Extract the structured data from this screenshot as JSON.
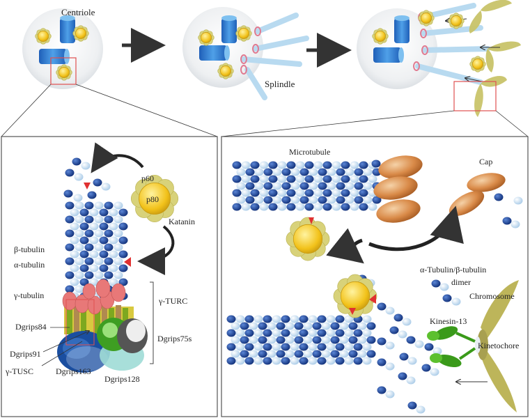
{
  "top": {
    "centriole_label": "Centriole",
    "spindle_label": "Splindle"
  },
  "left_panel": {
    "p60": "p60",
    "p80": "p80",
    "katanin": "Katanin",
    "beta_tubulin": "β-tubulin",
    "alpha_tubulin": "α-tubulin",
    "gamma_tubulin": "γ-tubulin",
    "gamma_turc": "γ-TURC",
    "dgrips84": "Dgrips84",
    "dgrips75s": "Dgrips75s",
    "dgrips91": "Dgrips91",
    "gamma_tusc": "γ-TUSC",
    "dgrips163": "Dgrips163",
    "dgrips128": "Dgrips128"
  },
  "right_panel": {
    "microtubule": "Microtubule",
    "cap": "Cap",
    "dimer_line1": "α-Tubulin/β-tubulin",
    "dimer_line2": "dimer",
    "chromosome": "Chromosome",
    "kinesin13": "Kinesin-13",
    "kinetochore": "Kinetochore"
  },
  "colors": {
    "alpha_tubulin": "#1b4aa0",
    "beta_tubulin": "#cfe3f5",
    "cap": "#c8773c",
    "katanin_core": "#f2c21a",
    "katanin_petal": "#d8d27a",
    "chromosome": "#bdb55a",
    "kinesin": "#3a9a1a",
    "gamma_ring": "#e87878",
    "panel_border": "#555555",
    "arrow": "#333333",
    "red_marker": "#e03030"
  }
}
